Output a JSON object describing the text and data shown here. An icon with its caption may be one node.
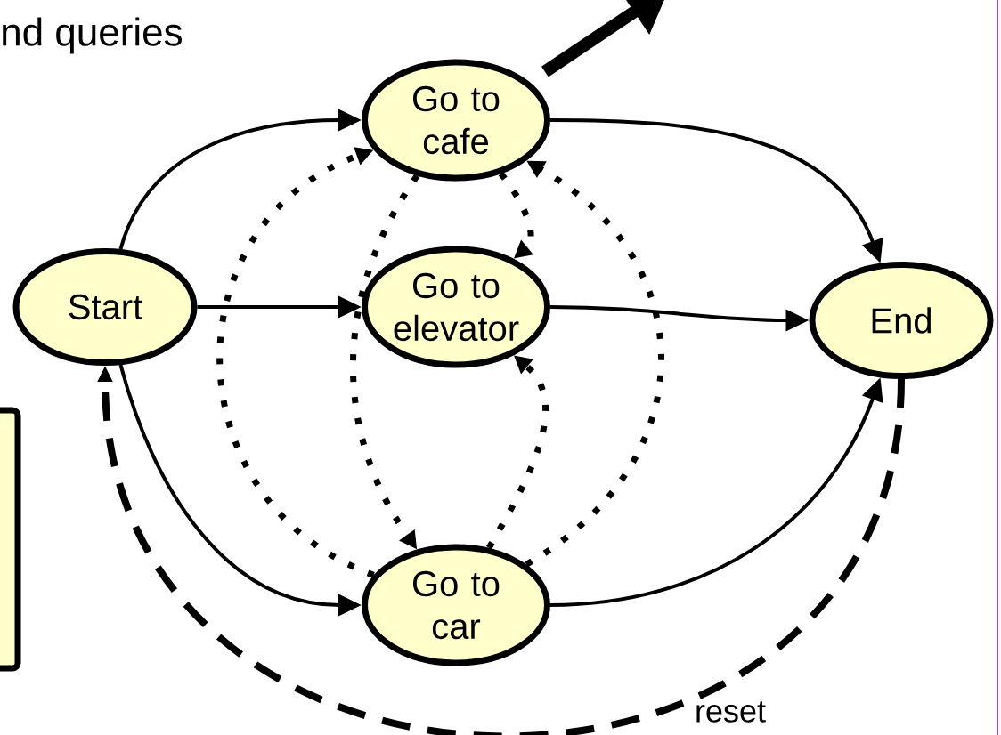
{
  "diagram": {
    "nodes": [
      {
        "text": [
          "Start"
        ]
      },
      {
        "text": [
          "Go to cafe"
        ]
      },
      {
        "text": [
          "Go to elevator"
        ]
      },
      {
        "text": [
          "Go to car"
        ]
      },
      {
        "text": [
          "End"
        ]
      },
      {
        "text": [],
        "shape": "box"
      }
    ],
    "edges": [
      {
        "from": 0,
        "to": 1,
        "arrow": "to"
      },
      {
        "from": 0,
        "to": 2,
        "arrow": "to"
      },
      {
        "from": 0,
        "to": 3,
        "arrow": "to"
      },
      {
        "from": 1,
        "to": 4,
        "arrow": "to"
      },
      {
        "from": 2,
        "to": 4,
        "arrow": "to"
      },
      {
        "from": 3,
        "to": 4,
        "arrow": "to"
      },
      {
        "from": 3,
        "to": 1,
        "arrow": "to",
        "style": "dashed"
      },
      {
        "from": 1,
        "to": 3,
        "arrow": "to",
        "style": "dashed"
      },
      {
        "from": 1,
        "to": 2,
        "arrow": "to",
        "style": "dashed"
      },
      {
        "from": 3,
        "to": 2,
        "arrow": "to",
        "style": "dashed"
      },
      {
        "from": 3,
        "to": 1,
        "arrow": "to",
        "style": "dashed"
      },
      {
        "from": 4,
        "to": 0,
        "arrow": "to",
        "style": "dashed",
        "label": "reset"
      },
      {
        "from": 1,
        "to": null,
        "arrow": "to",
        "style": "thick"
      }
    ],
    "labels": [
      "nd queries"
    ]
  }
}
